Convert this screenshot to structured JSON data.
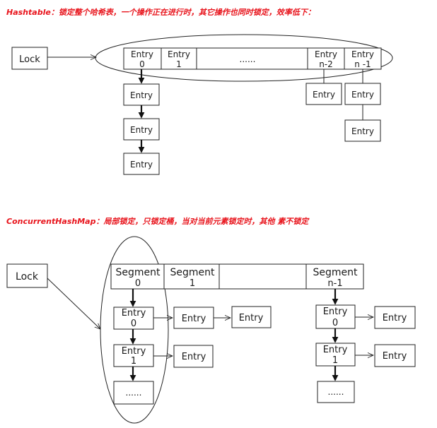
{
  "headings": {
    "hashtable": "Hashtable：锁定整个哈希表，一个操作正在进行时，其它操作也同时锁定，效率低下：",
    "concurrent": "ConcurrentHashMap：局部锁定，只锁定桶，当对当前元素锁定时，其他 素不锁定"
  },
  "hashtable": {
    "lock_label": "Lock",
    "array_cells": [
      {
        "line1": "Entry",
        "line2": "0"
      },
      {
        "line1": "Entry",
        "line2": "1"
      },
      {
        "line1": "......",
        "line2": ""
      },
      {
        "line1": "Entry",
        "line2": "n-2"
      },
      {
        "line1": "Entry",
        "line2": "n -1"
      }
    ],
    "chain_entry_label": "Entry"
  },
  "concurrent": {
    "lock_label": "Lock",
    "segments": [
      {
        "line1": "Segment",
        "line2": "0"
      },
      {
        "line1": "Segment",
        "line2": "1"
      },
      {
        "line1": "",
        "line2": ""
      },
      {
        "line1": "Segment",
        "line2": "n-1"
      }
    ],
    "entry_label": "Entry",
    "ellipsis_label": "......",
    "entry_0_index": "0",
    "entry_1_index": "1"
  },
  "colors": {
    "heading": "#e8141c",
    "stroke": "#222222"
  }
}
